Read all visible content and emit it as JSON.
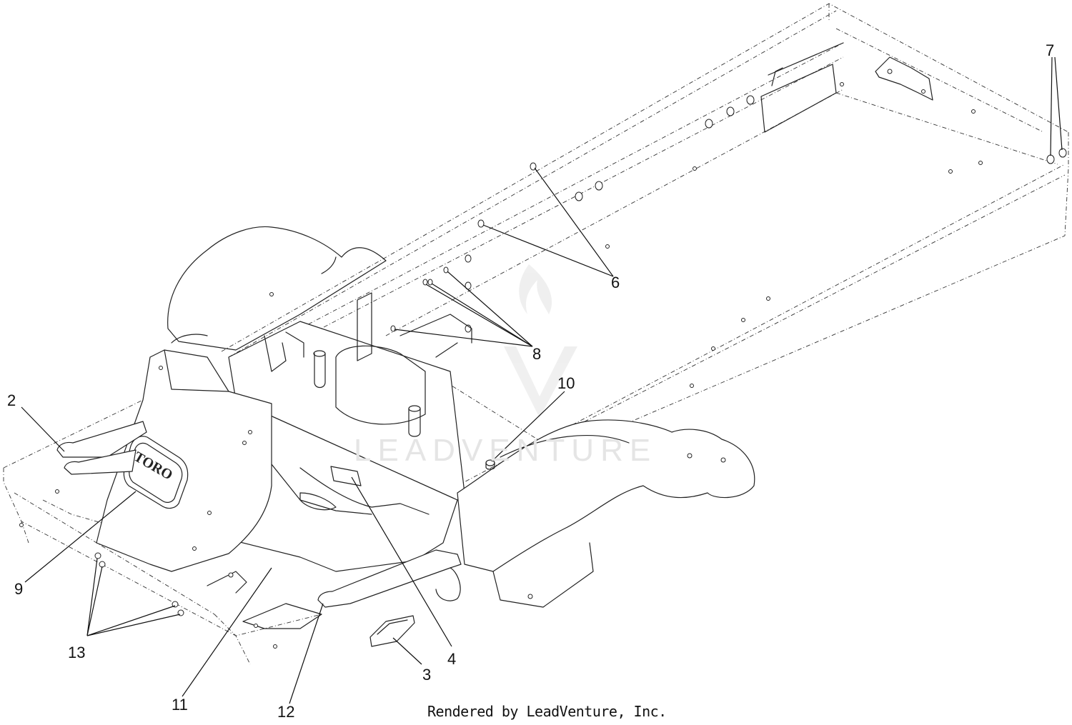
{
  "watermark": {
    "brand_text": "LEADVENTURE",
    "icon": "flame-v-logo-icon"
  },
  "logo": {
    "brand_text": "TORO"
  },
  "callouts": [
    {
      "id": "2",
      "label": "2"
    },
    {
      "id": "3",
      "label": "3"
    },
    {
      "id": "4",
      "label": "4"
    },
    {
      "id": "6",
      "label": "6"
    },
    {
      "id": "7",
      "label": "7"
    },
    {
      "id": "8",
      "label": "8"
    },
    {
      "id": "9",
      "label": "9"
    },
    {
      "id": "10",
      "label": "10"
    },
    {
      "id": "11",
      "label": "11"
    },
    {
      "id": "12",
      "label": "12"
    },
    {
      "id": "13",
      "label": "13"
    }
  ],
  "footer": {
    "credit": "Rendered by LeadVenture, Inc."
  }
}
